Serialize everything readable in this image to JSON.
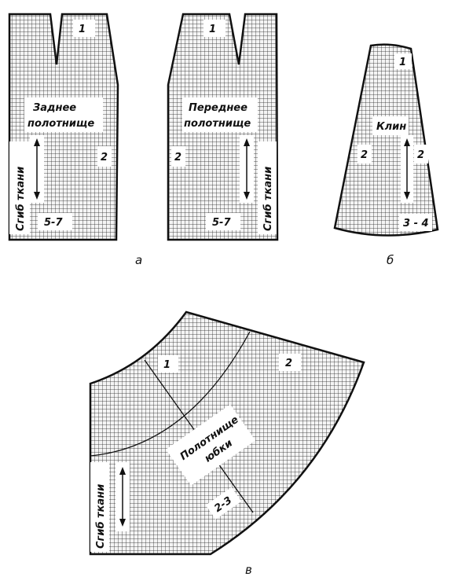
{
  "figure": {
    "captions": {
      "a": "а",
      "b": "б",
      "v": "в"
    },
    "back_panel": {
      "title_line1": "Заднее",
      "title_line2": "полотнище",
      "piece_no": "1",
      "side_no": "2",
      "size": "5-7",
      "fold": "Сгиб ткани"
    },
    "front_panel": {
      "title_line1": "Переднее",
      "title_line2": "полотнище",
      "piece_no": "1",
      "side_no": "2",
      "size": "5-7",
      "fold": "Сгиб ткани"
    },
    "gore": {
      "title": "Клин",
      "piece_no": "1",
      "side_left": "2",
      "side_right": "2",
      "size": "3 - 4"
    },
    "circle_skirt": {
      "title_line1": "Полотнище",
      "title_line2": "юбки",
      "mark_1": "1",
      "mark_2": "2",
      "size": "2-3",
      "fold": "Сгиб ткани"
    },
    "colors": {
      "ink": "#111111",
      "paper": "#ffffff",
      "grid": "#222222"
    }
  }
}
